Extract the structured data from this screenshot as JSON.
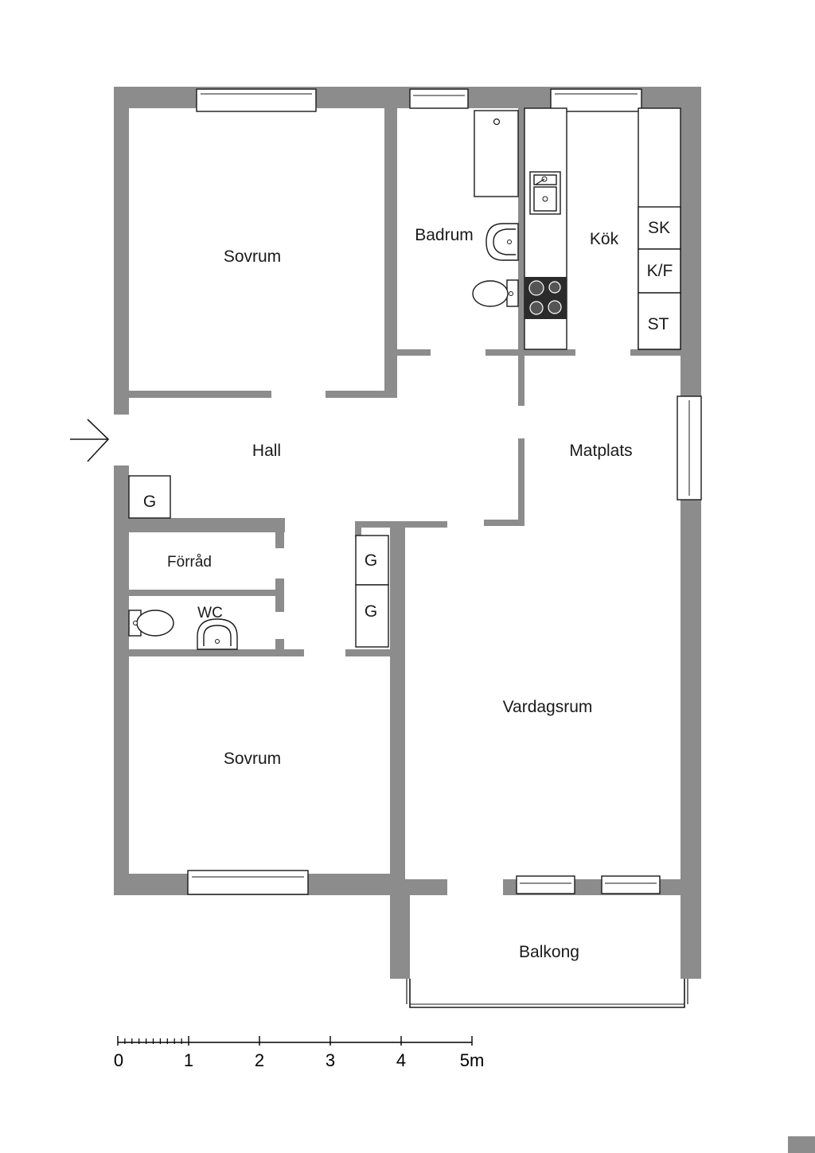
{
  "rooms": {
    "bedroom_top": "Sovrum",
    "bathroom": "Badrum",
    "kitchen": "Kök",
    "hall": "Hall",
    "dining": "Matplats",
    "storage": "Förråd",
    "wc": "WC",
    "living": "Vardagsrum",
    "bedroom_bottom": "Sovrum",
    "balcony": "Balkong"
  },
  "closets": {
    "hall_closet": "G",
    "closet_upper": "G",
    "closet_lower": "G"
  },
  "kitchen_units": {
    "freezer": "SK",
    "fridge_freezer": "K/F",
    "pantry": "ST"
  },
  "scale": {
    "ticks": [
      "0",
      "1",
      "2",
      "3",
      "4",
      "5m"
    ]
  },
  "icons": [
    "entrance-arrow-icon",
    "sink-icon",
    "stove-icon",
    "toilet-icon",
    "washbasin-icon"
  ],
  "colors": {
    "wall": "#8c8c8c",
    "line": "#1a1a1a",
    "background": "#ffffff"
  }
}
